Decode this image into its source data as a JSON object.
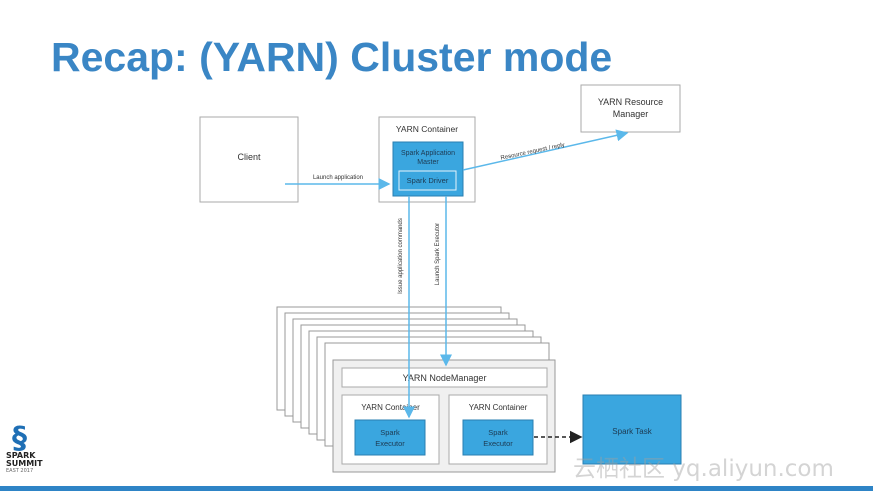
{
  "title": "Recap: (YARN) Cluster mode",
  "diagram": {
    "client": "Client",
    "yarn_container_top": "YARN Container",
    "app_master_line1": "Spark Application",
    "app_master_line2": "Master",
    "spark_driver": "Spark Driver",
    "resource_manager_line1": "YARN Resource",
    "resource_manager_line2": "Manager",
    "launch_application": "Launch application",
    "resource_request": "Resource request / reply",
    "issue_commands": "Issue application commands",
    "launch_executor": "Launch Spark Executor",
    "node_manager": "YARN NodeManager",
    "container_left": "YARN Container",
    "container_right": "YARN Container",
    "executor_left_line1": "Spark",
    "executor_left_line2": "Executor",
    "executor_right_line1": "Spark",
    "executor_right_line2": "Executor",
    "spark_task": "Spark Task"
  },
  "logo": {
    "line1": "SPARK",
    "line2": "SUMMIT",
    "line3": "EAST 2017"
  },
  "watermark": "云栖社区 yq.aliyun.com",
  "colors": {
    "accent": "#3a86c5",
    "box_fill": "#3aa6df",
    "arrow": "#5bb8ea"
  }
}
